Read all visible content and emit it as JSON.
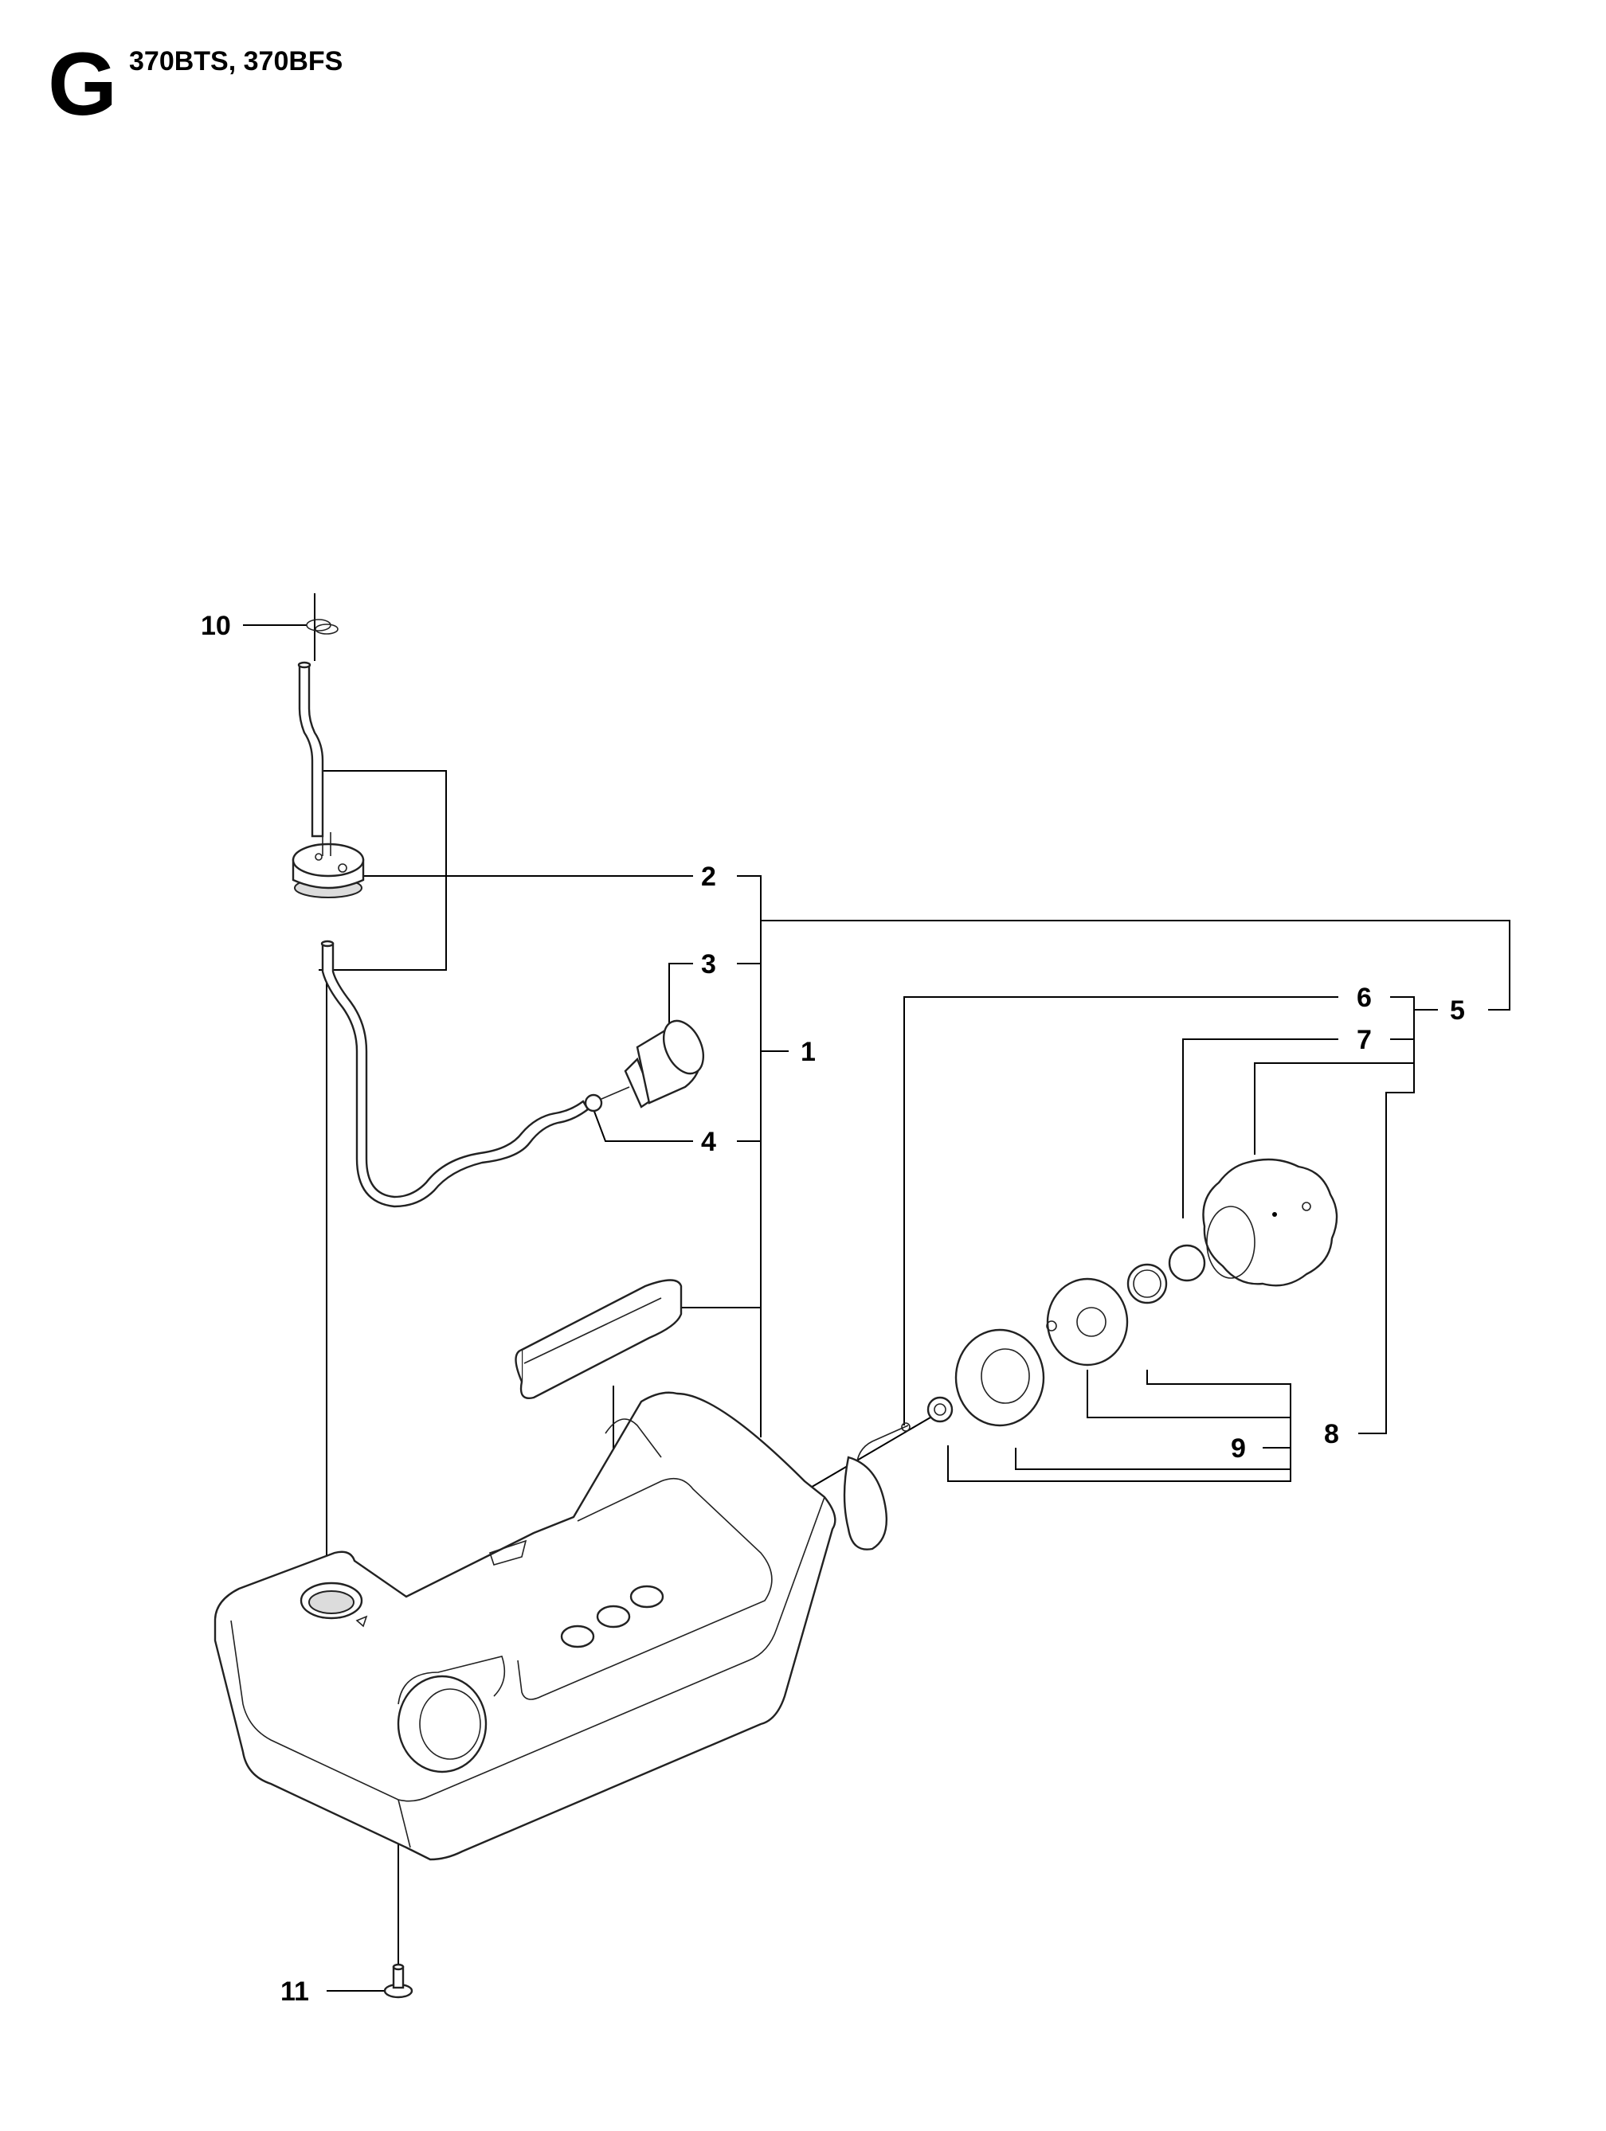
{
  "header": {
    "section_letter": "G",
    "models": "370BTS, 370BFS"
  },
  "callouts": [
    "1",
    "2",
    "3",
    "4",
    "5",
    "6",
    "7",
    "8",
    "9",
    "10",
    "11"
  ]
}
